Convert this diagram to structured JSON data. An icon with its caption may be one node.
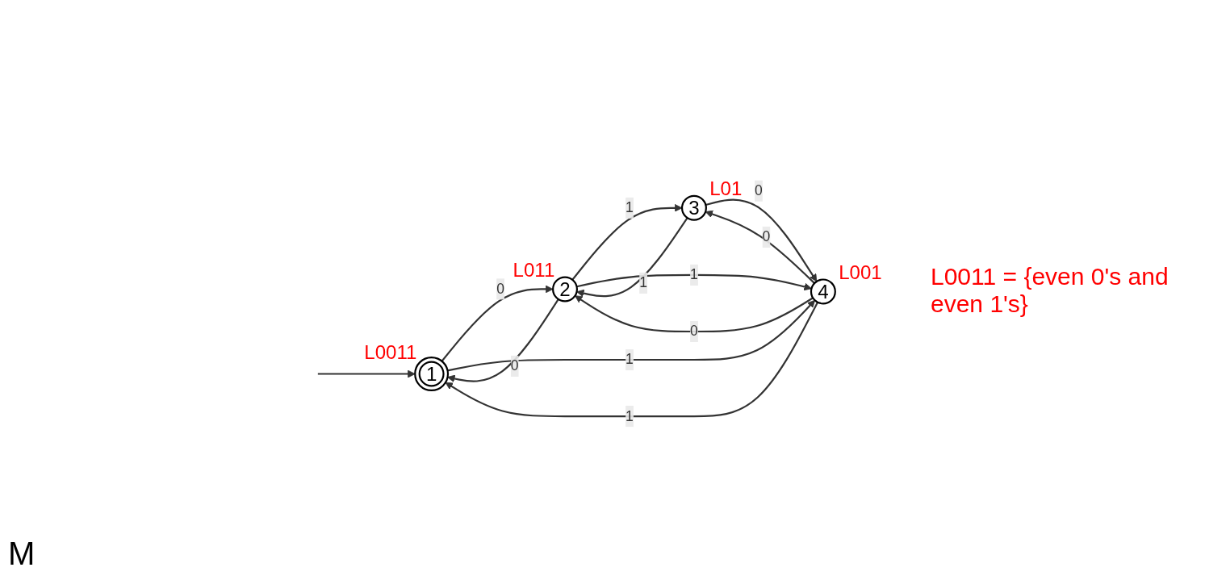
{
  "diagram": {
    "nodes": [
      {
        "text": [
          "1"
        ],
        "beside": [
          "L0011"
        ]
      },
      {
        "text": [
          "2"
        ],
        "beside": [
          "L011"
        ]
      },
      {
        "text": [
          "3"
        ],
        "beside": [
          "L01"
        ]
      },
      {
        "text": [
          "4"
        ],
        "beside": [
          "L001"
        ]
      }
    ],
    "edges": [
      {
        "from": null,
        "to": 0,
        "arrow": "to"
      },
      {
        "from": 0,
        "to": 1,
        "label": "0",
        "arrow": "to"
      },
      {
        "from": 1,
        "to": 0,
        "label": "0",
        "arrow": "to"
      },
      {
        "from": 1,
        "to": 2,
        "label": "1",
        "arrow": "to"
      },
      {
        "from": 2,
        "to": 1,
        "label": "1",
        "arrow": "to"
      },
      {
        "from": 3,
        "to": 1,
        "label": "0",
        "arrow": "to"
      },
      {
        "from": 1,
        "to": 3,
        "label": "1",
        "arrow": "to"
      },
      {
        "from": 0,
        "to": 3,
        "label": "1",
        "arrow": "to"
      },
      {
        "from": 3,
        "to": 0,
        "label": "1",
        "arrow": "to"
      },
      {
        "from": 3,
        "to": 2,
        "label": "0",
        "arrow": "to"
      },
      {
        "from": 2,
        "to": 3,
        "label": "0",
        "arrow": "to"
      }
    ],
    "labels": [
      "L0011 = {even 0's and even 1's}",
      "M"
    ]
  }
}
